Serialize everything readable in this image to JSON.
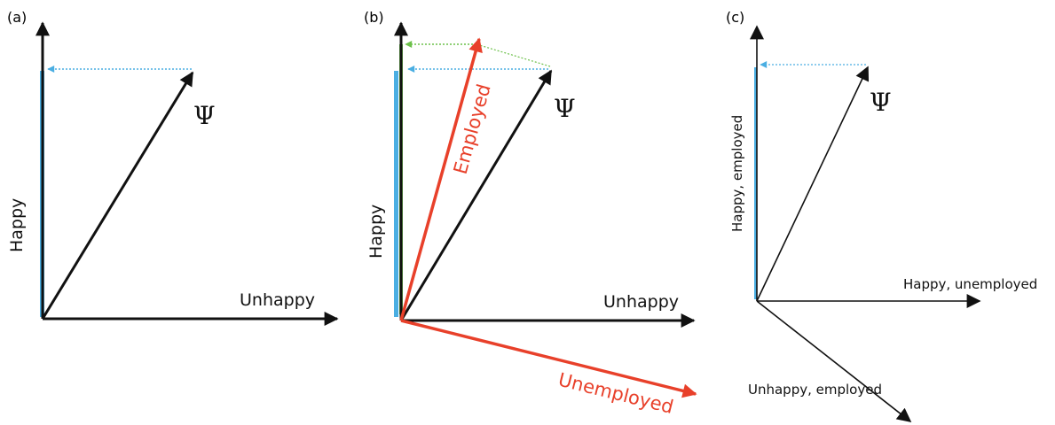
{
  "colors": {
    "axis": "#111111",
    "vector": "#111111",
    "projection_blue": "#4aaee2",
    "projection_green": "#6cc04a",
    "basis_red": "#e8402a"
  },
  "panel_a": {
    "label": "(a)",
    "y_axis": "Happy",
    "x_axis": "Unhappy",
    "state": "Ψ"
  },
  "panel_b": {
    "label": "(b)",
    "y_axis": "Happy",
    "x_axis": "Unhappy",
    "state": "Ψ",
    "basis_1": "Employed",
    "basis_2": "Unemployed"
  },
  "panel_c": {
    "label": "(c)",
    "y_axis": "Happy, employed",
    "x_axis": "Happy, unemployed",
    "diag_axis": "Unhappy, employed",
    "state": "Ψ"
  }
}
